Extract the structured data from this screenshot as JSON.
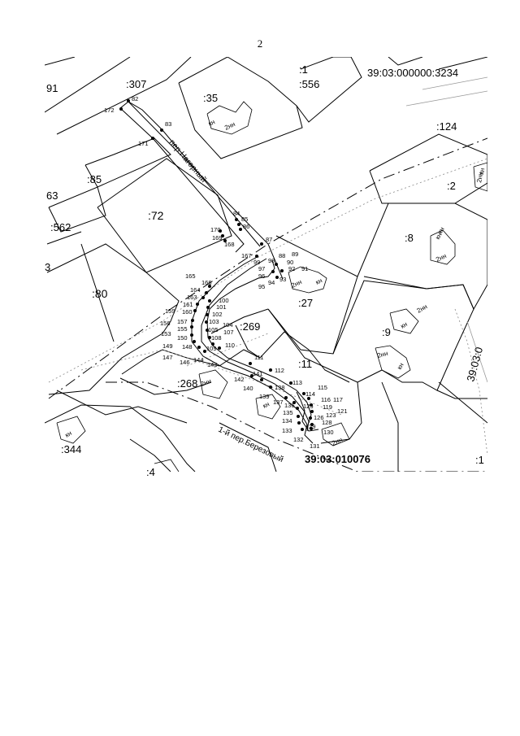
{
  "page": {
    "number": "2"
  },
  "quarters": {
    "main": "39:03:000000:3234",
    "bottom": "39:03:010076",
    "right_edge": "39:03:0"
  },
  "parcels": [
    {
      "id": "p307",
      "label": ":307"
    },
    {
      "id": "p91",
      "label": "91"
    },
    {
      "id": "p35",
      "label": ":35"
    },
    {
      "id": "p1",
      "label": ":1"
    },
    {
      "id": "p556",
      "label": ":556"
    },
    {
      "id": "p124",
      "label": ":124"
    },
    {
      "id": "p85",
      "label": ":85"
    },
    {
      "id": "p63",
      "label": "63"
    },
    {
      "id": "p72",
      "label": ":72"
    },
    {
      "id": "p562",
      "label": ":562"
    },
    {
      "id": "p2",
      "label": ":2"
    },
    {
      "id": "p8",
      "label": ":8"
    },
    {
      "id": "p80",
      "label": ":80"
    },
    {
      "id": "p3",
      "label": "3"
    },
    {
      "id": "p27",
      "label": ":27"
    },
    {
      "id": "p269",
      "label": ":269"
    },
    {
      "id": "p9",
      "label": ":9"
    },
    {
      "id": "p11",
      "label": ":11"
    },
    {
      "id": "p268",
      "label": ":268"
    },
    {
      "id": "p344",
      "label": ":344"
    },
    {
      "id": "p4",
      "label": ":4"
    },
    {
      "id": "p1r",
      "label": ":1"
    }
  ],
  "streets": [
    {
      "id": "nagorny",
      "label": "пер.Нагорный"
    },
    {
      "id": "berezovy",
      "label": "1-й пер.Березовый"
    }
  ],
  "buildings": [
    {
      "id": "b1",
      "label": "кн"
    },
    {
      "id": "b2",
      "label": "2нн"
    },
    {
      "id": "b3",
      "label": "кн"
    },
    {
      "id": "b4",
      "label": "2нн"
    },
    {
      "id": "b5",
      "label": "2нн"
    },
    {
      "id": "b6",
      "label": "кн"
    },
    {
      "id": "b7",
      "label": "2нн"
    },
    {
      "id": "b8",
      "label": "кн"
    },
    {
      "id": "b9",
      "label": "2нн"
    },
    {
      "id": "b10",
      "label": "кн"
    },
    {
      "id": "b11",
      "label": "2нн"
    },
    {
      "id": "b12",
      "label": "кн"
    },
    {
      "id": "b13",
      "label": "2нн"
    },
    {
      "id": "b14",
      "label": "кн"
    },
    {
      "id": "b15",
      "label": "2нн"
    },
    {
      "id": "b16",
      "label": "кн"
    },
    {
      "id": "b17",
      "label": "кн"
    }
  ],
  "points": [
    "82",
    "172",
    "83",
    "171",
    "84",
    "85",
    "86",
    "170",
    "169",
    "168",
    "87",
    "167",
    "88",
    "89",
    "90",
    "99",
    "98",
    "97",
    "92",
    "91",
    "96",
    "93",
    "94",
    "95",
    "165",
    "166",
    "164",
    "163",
    "161",
    "159",
    "160",
    "157",
    "156",
    "155",
    "153",
    "150",
    "149",
    "148",
    "147",
    "146",
    "144",
    "143",
    "100",
    "101",
    "102",
    "103",
    "104",
    "105",
    "107",
    "108",
    "109",
    "110",
    "111",
    "112",
    "142",
    "141",
    "113",
    "140",
    "138",
    "139",
    "137",
    "136",
    "135",
    "134",
    "133",
    "132",
    "131",
    "114",
    "115",
    "116",
    "117",
    "119",
    "121",
    "123",
    "125",
    "126",
    "128",
    "129",
    "130"
  ]
}
